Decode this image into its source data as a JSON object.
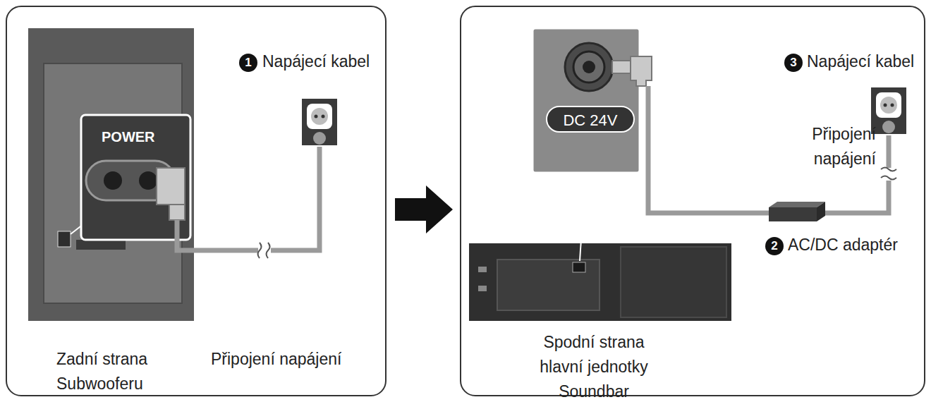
{
  "diagram": {
    "nodes": [
      {
        "text": [
          "POWER",
          "1",
          "Napájecí kabel",
          "Zadní strana Subwooferu",
          "Připojení napájení"
        ]
      },
      {
        "text": [
          "DC 24V",
          "3",
          "Napájecí kabel",
          "Připojení napájení",
          "2",
          "AC/DC adaptér",
          "Spodní strana hlavní jednotky Soundbar"
        ]
      }
    ],
    "edges": [
      {
        "from": 0,
        "to": 1,
        "arrow": "to"
      }
    ]
  }
}
